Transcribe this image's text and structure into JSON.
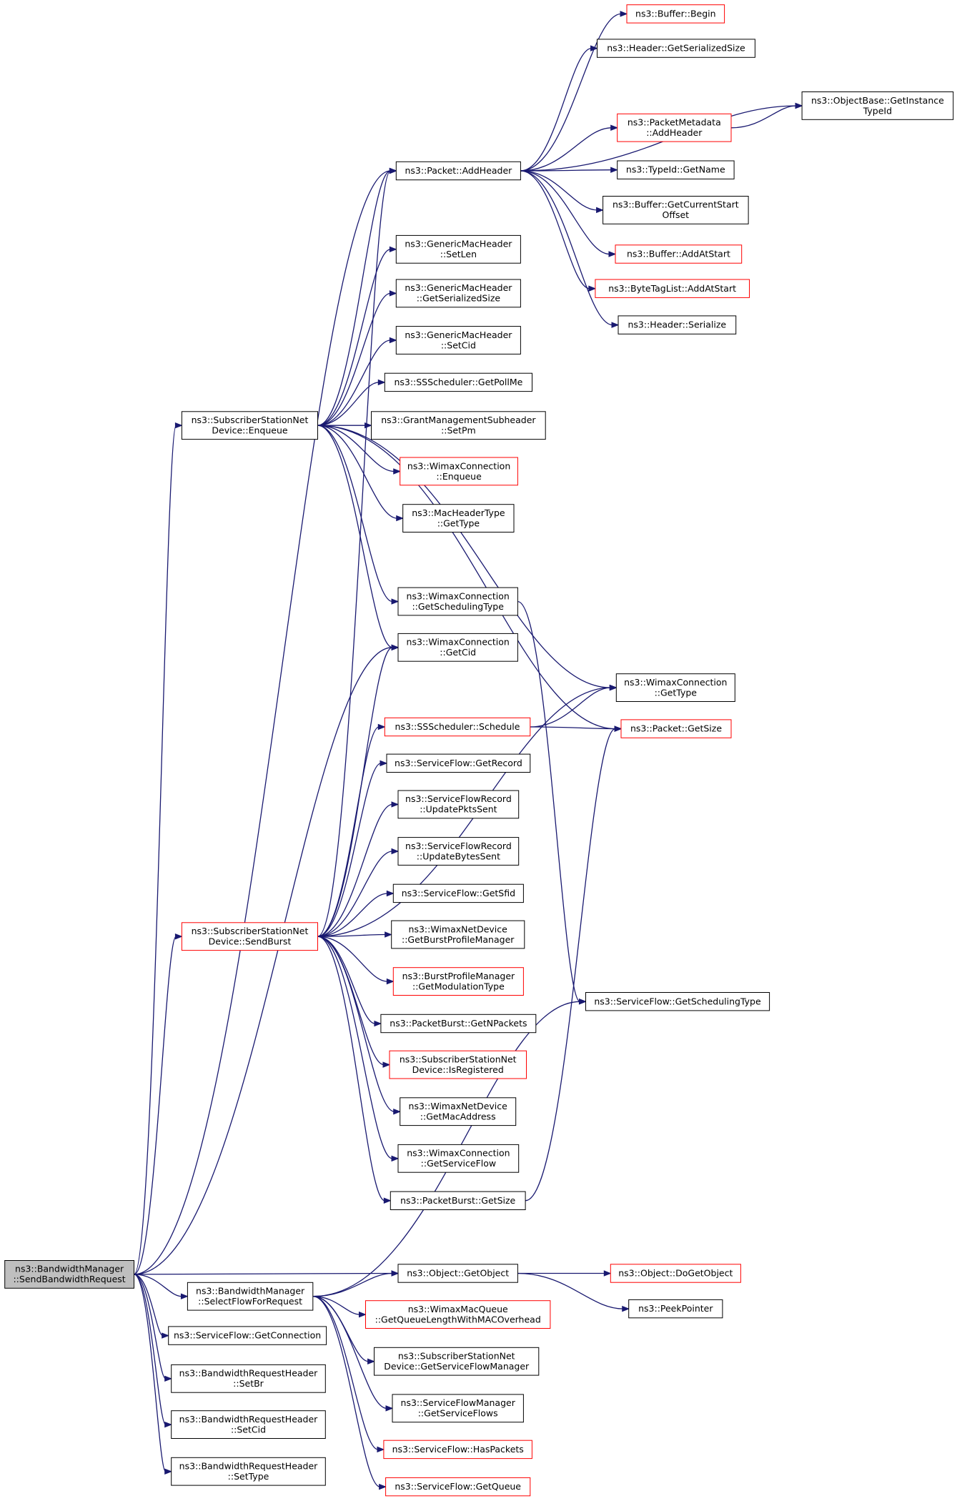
{
  "graph": {
    "title": "",
    "colors": {
      "edge": "#191970",
      "default_border": "#000000",
      "truncated_border": "#ff0000",
      "root_fill": "#bfbfbf"
    },
    "nodes": [
      {
        "id": "root",
        "lines": [
          "ns3::BandwidthManager",
          "::SendBandwidthRequest"
        ],
        "style": "root"
      },
      {
        "id": "enqueue",
        "lines": [
          "ns3::SubscriberStationNet",
          "Device::Enqueue"
        ],
        "style": "normal"
      },
      {
        "id": "sendburst",
        "lines": [
          "ns3::SubscriberStationNet",
          "Device::SendBurst"
        ],
        "style": "red"
      },
      {
        "id": "selectflow",
        "lines": [
          "ns3::BandwidthManager",
          "::SelectFlowForRequest"
        ],
        "style": "normal"
      },
      {
        "id": "getconnection",
        "lines": [
          "ns3::ServiceFlow::GetConnection"
        ],
        "style": "normal"
      },
      {
        "id": "setbr",
        "lines": [
          "ns3::BandwidthRequestHeader",
          "::SetBr"
        ],
        "style": "normal"
      },
      {
        "id": "setcid_bw",
        "lines": [
          "ns3::BandwidthRequestHeader",
          "::SetCid"
        ],
        "style": "normal"
      },
      {
        "id": "settype_bw",
        "lines": [
          "ns3::BandwidthRequestHeader",
          "::SetType"
        ],
        "style": "normal"
      },
      {
        "id": "addheader",
        "lines": [
          "ns3::Packet::AddHeader"
        ],
        "style": "normal"
      },
      {
        "id": "gmh_setlen",
        "lines": [
          "ns3::GenericMacHeader",
          "::SetLen"
        ],
        "style": "normal"
      },
      {
        "id": "gmh_getser",
        "lines": [
          "ns3::GenericMacHeader",
          "::GetSerializedSize"
        ],
        "style": "normal"
      },
      {
        "id": "gmh_setcid",
        "lines": [
          "ns3::GenericMacHeader",
          "::SetCid"
        ],
        "style": "normal"
      },
      {
        "id": "getpollme",
        "lines": [
          "ns3::SSScheduler::GetPollMe"
        ],
        "style": "normal"
      },
      {
        "id": "gms_setpm",
        "lines": [
          "ns3::GrantManagementSubheader",
          "::SetPm"
        ],
        "style": "normal"
      },
      {
        "id": "wc_enqueue",
        "lines": [
          "ns3::WimaxConnection",
          "::Enqueue"
        ],
        "style": "red"
      },
      {
        "id": "mht_gettype",
        "lines": [
          "ns3::MacHeaderType",
          "::GetType"
        ],
        "style": "normal"
      },
      {
        "id": "wc_getsched",
        "lines": [
          "ns3::WimaxConnection",
          "::GetSchedulingType"
        ],
        "style": "normal"
      },
      {
        "id": "wc_getcid",
        "lines": [
          "ns3::WimaxConnection",
          "::GetCid"
        ],
        "style": "normal"
      },
      {
        "id": "ss_schedule",
        "lines": [
          "ns3::SSScheduler::Schedule"
        ],
        "style": "red"
      },
      {
        "id": "sf_getrecord",
        "lines": [
          "ns3::ServiceFlow::GetRecord"
        ],
        "style": "normal"
      },
      {
        "id": "sfr_pkts",
        "lines": [
          "ns3::ServiceFlowRecord",
          "::UpdatePktsSent"
        ],
        "style": "normal"
      },
      {
        "id": "sfr_bytes",
        "lines": [
          "ns3::ServiceFlowRecord",
          "::UpdateBytesSent"
        ],
        "style": "normal"
      },
      {
        "id": "sf_getsfid",
        "lines": [
          "ns3::ServiceFlow::GetSfid"
        ],
        "style": "normal"
      },
      {
        "id": "wnd_getbpm",
        "lines": [
          "ns3::WimaxNetDevice",
          "::GetBurstProfileManager"
        ],
        "style": "normal"
      },
      {
        "id": "bpm_getmod",
        "lines": [
          "ns3::BurstProfileManager",
          "::GetModulationType"
        ],
        "style": "red"
      },
      {
        "id": "pb_getn",
        "lines": [
          "ns3::PacketBurst::GetNPackets"
        ],
        "style": "normal"
      },
      {
        "id": "ssnd_isreg",
        "lines": [
          "ns3::SubscriberStationNet",
          "Device::IsRegistered"
        ],
        "style": "red"
      },
      {
        "id": "wnd_getmac",
        "lines": [
          "ns3::WimaxNetDevice",
          "::GetMacAddress"
        ],
        "style": "normal"
      },
      {
        "id": "wc_getsf",
        "lines": [
          "ns3::WimaxConnection",
          "::GetServiceFlow"
        ],
        "style": "normal"
      },
      {
        "id": "pb_getsize",
        "lines": [
          "ns3::PacketBurst::GetSize"
        ],
        "style": "normal"
      },
      {
        "id": "getobject",
        "lines": [
          "ns3::Object::GetObject"
        ],
        "style": "normal"
      },
      {
        "id": "wmq_getql",
        "lines": [
          "ns3::WimaxMacQueue",
          "::GetQueueLengthWithMACOverhead"
        ],
        "style": "red"
      },
      {
        "id": "ssnd_getsfm",
        "lines": [
          "ns3::SubscriberStationNet",
          "Device::GetServiceFlowManager"
        ],
        "style": "normal"
      },
      {
        "id": "sfm_getsfs",
        "lines": [
          "ns3::ServiceFlowManager",
          "::GetServiceFlows"
        ],
        "style": "normal"
      },
      {
        "id": "sf_haspackets",
        "lines": [
          "ns3::ServiceFlow::HasPackets"
        ],
        "style": "red"
      },
      {
        "id": "sf_getqueue",
        "lines": [
          "ns3::ServiceFlow::GetQueue"
        ],
        "style": "red"
      },
      {
        "id": "buffer_begin",
        "lines": [
          "ns3::Buffer::Begin"
        ],
        "style": "red"
      },
      {
        "id": "header_getser",
        "lines": [
          "ns3::Header::GetSerializedSize"
        ],
        "style": "normal"
      },
      {
        "id": "ob_getinst",
        "lines": [
          "ns3::ObjectBase::GetInstance",
          "TypeId"
        ],
        "style": "normal"
      },
      {
        "id": "pm_addheader",
        "lines": [
          "ns3::PacketMetadata",
          "::AddHeader"
        ],
        "style": "red"
      },
      {
        "id": "typeid_getname",
        "lines": [
          "ns3::TypeId::GetName"
        ],
        "style": "normal"
      },
      {
        "id": "buffer_getcso",
        "lines": [
          "ns3::Buffer::GetCurrentStart",
          "Offset"
        ],
        "style": "normal"
      },
      {
        "id": "buffer_addatstart",
        "lines": [
          "ns3::Buffer::AddAtStart"
        ],
        "style": "red"
      },
      {
        "id": "btl_addatstart",
        "lines": [
          "ns3::ByteTagList::AddAtStart"
        ],
        "style": "red"
      },
      {
        "id": "header_serialize",
        "lines": [
          "ns3::Header::Serialize"
        ],
        "style": "normal"
      },
      {
        "id": "wc_gettype",
        "lines": [
          "ns3::WimaxConnection",
          "::GetType"
        ],
        "style": "normal"
      },
      {
        "id": "packet_getsize",
        "lines": [
          "ns3::Packet::GetSize"
        ],
        "style": "red"
      },
      {
        "id": "sf_getschedtype",
        "lines": [
          "ns3::ServiceFlow::GetSchedulingType"
        ],
        "style": "normal"
      },
      {
        "id": "obj_dogetobject",
        "lines": [
          "ns3::Object::DoGetObject"
        ],
        "style": "red"
      },
      {
        "id": "peekpointer",
        "lines": [
          "ns3::PeekPointer"
        ],
        "style": "normal"
      }
    ],
    "edges": [
      [
        "root",
        "enqueue"
      ],
      [
        "root",
        "sendburst"
      ],
      [
        "root",
        "selectflow"
      ],
      [
        "root",
        "getconnection"
      ],
      [
        "root",
        "setbr"
      ],
      [
        "root",
        "setcid_bw"
      ],
      [
        "root",
        "settype_bw"
      ],
      [
        "root",
        "addheader"
      ],
      [
        "root",
        "getobject"
      ],
      [
        "root",
        "wc_getcid"
      ],
      [
        "enqueue",
        "addheader"
      ],
      [
        "enqueue",
        "gmh_setlen"
      ],
      [
        "enqueue",
        "gmh_getser"
      ],
      [
        "enqueue",
        "gmh_setcid"
      ],
      [
        "enqueue",
        "getpollme"
      ],
      [
        "enqueue",
        "gms_setpm"
      ],
      [
        "enqueue",
        "wc_enqueue"
      ],
      [
        "enqueue",
        "mht_gettype"
      ],
      [
        "enqueue",
        "wc_getsched"
      ],
      [
        "enqueue",
        "wc_getcid"
      ],
      [
        "enqueue",
        "wc_gettype"
      ],
      [
        "enqueue",
        "packet_getsize"
      ],
      [
        "sendburst",
        "addheader"
      ],
      [
        "sendburst",
        "wc_getcid"
      ],
      [
        "sendburst",
        "wc_gettype"
      ],
      [
        "sendburst",
        "ss_schedule"
      ],
      [
        "sendburst",
        "sf_getrecord"
      ],
      [
        "sendburst",
        "sfr_pkts"
      ],
      [
        "sendburst",
        "sfr_bytes"
      ],
      [
        "sendburst",
        "sf_getsfid"
      ],
      [
        "sendburst",
        "wnd_getbpm"
      ],
      [
        "sendburst",
        "bpm_getmod"
      ],
      [
        "sendburst",
        "pb_getn"
      ],
      [
        "sendburst",
        "ssnd_isreg"
      ],
      [
        "sendburst",
        "wnd_getmac"
      ],
      [
        "sendburst",
        "wc_getsf"
      ],
      [
        "sendburst",
        "pb_getsize"
      ],
      [
        "selectflow",
        "getobject"
      ],
      [
        "selectflow",
        "wmq_getql"
      ],
      [
        "selectflow",
        "ssnd_getsfm"
      ],
      [
        "selectflow",
        "sfm_getsfs"
      ],
      [
        "selectflow",
        "sf_haspackets"
      ],
      [
        "selectflow",
        "sf_getqueue"
      ],
      [
        "selectflow",
        "sf_getschedtype"
      ],
      [
        "addheader",
        "buffer_begin"
      ],
      [
        "addheader",
        "header_getser"
      ],
      [
        "addheader",
        "ob_getinst"
      ],
      [
        "addheader",
        "pm_addheader"
      ],
      [
        "addheader",
        "typeid_getname"
      ],
      [
        "addheader",
        "buffer_getcso"
      ],
      [
        "addheader",
        "buffer_addatstart"
      ],
      [
        "addheader",
        "btl_addatstart"
      ],
      [
        "addheader",
        "header_serialize"
      ],
      [
        "pm_addheader",
        "ob_getinst"
      ],
      [
        "wc_getsched",
        "sf_getschedtype"
      ],
      [
        "ss_schedule",
        "wc_gettype"
      ],
      [
        "ss_schedule",
        "packet_getsize"
      ],
      [
        "pb_getsize",
        "packet_getsize"
      ],
      [
        "getobject",
        "obj_dogetobject"
      ],
      [
        "getobject",
        "peekpointer"
      ]
    ]
  }
}
